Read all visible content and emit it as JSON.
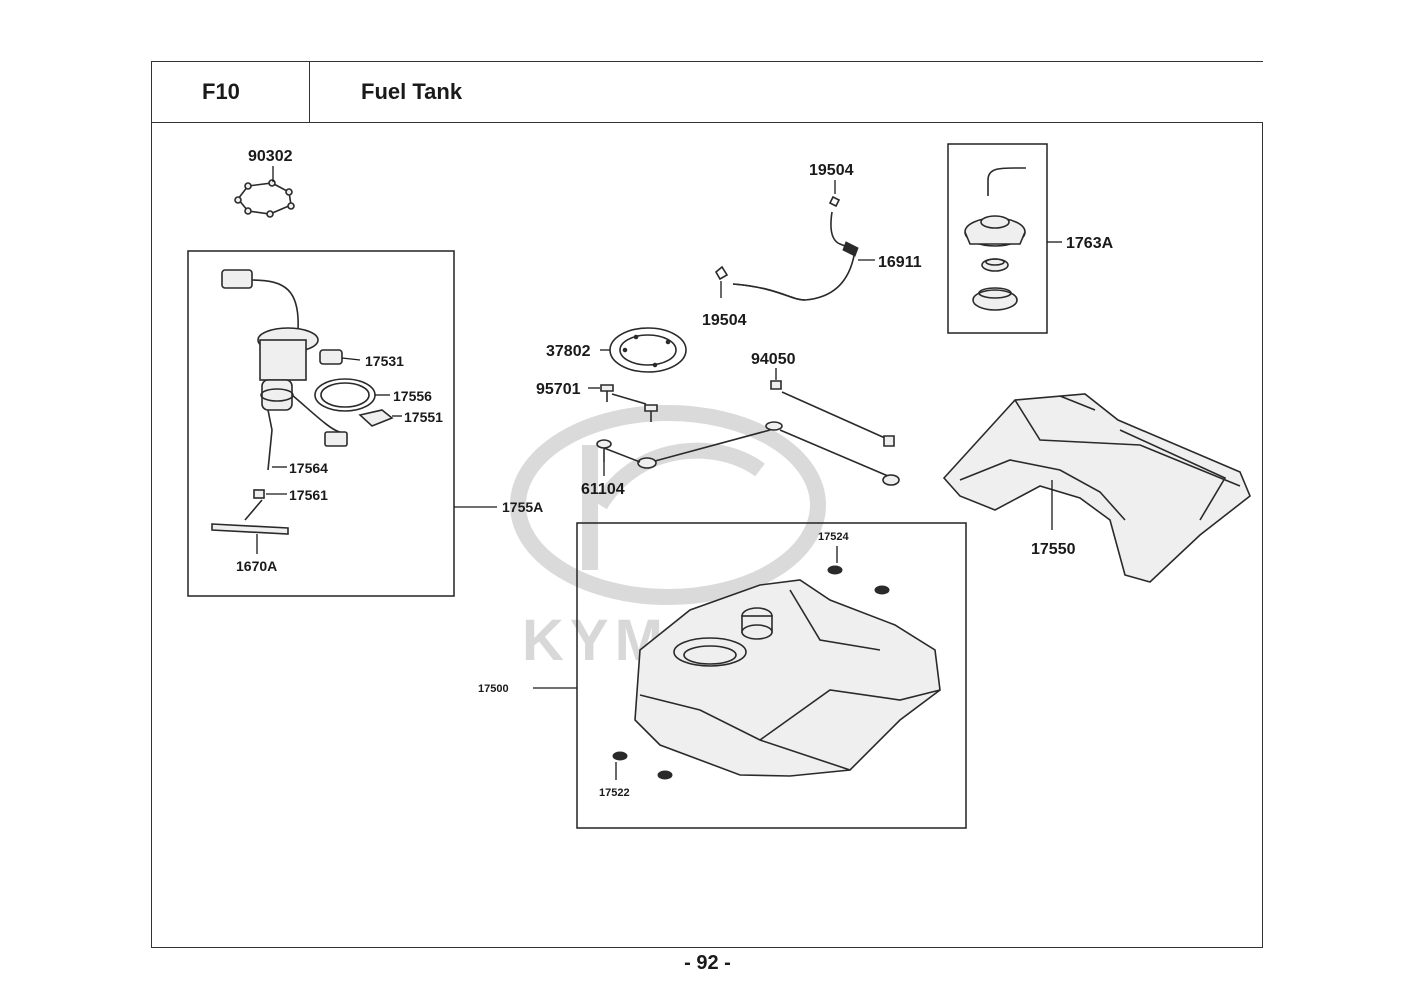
{
  "header": {
    "code": "F10",
    "title": "Fuel Tank"
  },
  "footer": {
    "page": "- 92 -"
  },
  "watermark": {
    "text": "KYMCO"
  },
  "callouts": {
    "c90302": "90302",
    "c17531": "17531",
    "c17556": "17556",
    "c17551": "17551",
    "c17564": "17564",
    "c17561": "17561",
    "c1670A": "1670A",
    "c1755A": "1755A",
    "c19504a": "19504",
    "c19504b": "19504",
    "c16911": "16911",
    "c1763A": "1763A",
    "c37802": "37802",
    "c95701": "95701",
    "c94050": "94050",
    "c61104": "61104",
    "c17550": "17550",
    "c17524": "17524",
    "c17500": "17500",
    "c17522": "17522"
  },
  "icons": [
    "fuel-pump-icon",
    "fuel-cap-icon",
    "fuel-tank-icon",
    "tank-bracket-icon",
    "kymco-logo-icon"
  ]
}
